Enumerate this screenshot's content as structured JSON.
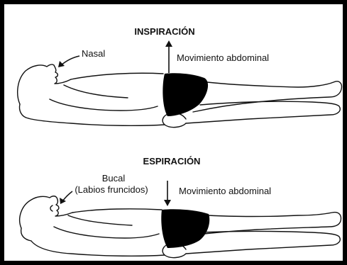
{
  "colors": {
    "line": "#111111",
    "border": "#000000",
    "fill": "#000000",
    "background": "#ffffff"
  },
  "inspiration": {
    "title": "INSPIRACIÓN",
    "nose_label": "Nasal",
    "abdomen_label": "Movimiento abdominal",
    "arrow_direction": "up"
  },
  "expiration": {
    "title": "ESPIRACIÓN",
    "mouth_label_line1": "Bucal",
    "mouth_label_line2": "(Labios fruncidos)",
    "abdomen_label": "Movimiento abdominal",
    "arrow_direction": "down"
  }
}
